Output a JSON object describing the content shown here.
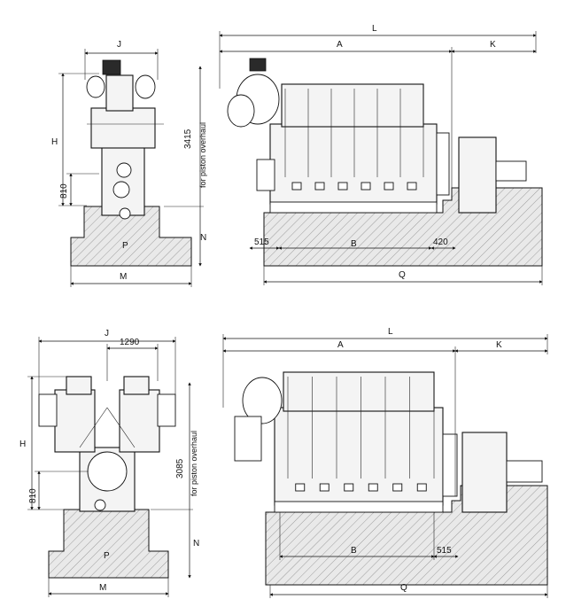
{
  "top_front": {
    "J": "J",
    "H": "H",
    "d810": "810",
    "d3415": "3415",
    "overhaul": "for piston overhaul",
    "N": "N",
    "P": "P",
    "M": "M"
  },
  "top_side": {
    "L": "L",
    "A": "A",
    "K": "K",
    "d515": "515",
    "B": "B",
    "d420": "420",
    "Q": "Q"
  },
  "bottom_front": {
    "J": "J",
    "d1290": "1290",
    "H": "H",
    "d3085": "3085",
    "overhaul": "for piston overhaul",
    "d810": "810",
    "N": "N",
    "P": "P",
    "M": "M"
  },
  "bottom_side": {
    "L": "L",
    "A": "A",
    "K": "K",
    "B": "B",
    "d515": "515",
    "Q": "Q"
  }
}
